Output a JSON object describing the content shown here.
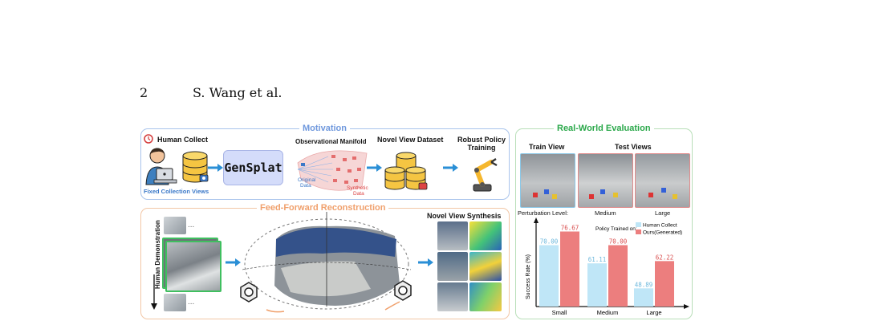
{
  "header": {
    "page_number": "2",
    "authors": "S. Wang et al."
  },
  "motivation": {
    "title": "Motivation",
    "human_collect": "Human Collect",
    "fixed_views": "Fixed Collection Views",
    "gensplat": "GenSplat",
    "manifold": "Observational Manifold",
    "original_data": [
      "Original",
      "Data"
    ],
    "synthetic_data": [
      "Synthetic",
      "Data"
    ],
    "novel_view_dataset": "Novel View Dataset",
    "robust_policy": [
      "Robust Policy",
      "Training"
    ]
  },
  "feed_forward": {
    "title": "Feed-Forward Reconstruction",
    "side_label": "Human Demonstration",
    "novel_view_synthesis": "Novel View Synthesis",
    "ellipsis": "..."
  },
  "evaluation": {
    "title": "Real-World Evaluation",
    "train_view": "Train View",
    "test_views": "Test Views",
    "perturbation_label": "Perturbation Level:",
    "level_medium": "Medium",
    "level_large": "Large"
  },
  "colors": {
    "blue_bar": "#bfe6f7",
    "red_bar": "#ec7e7e",
    "motivation": "#6f98dd",
    "feed_forward": "#f0a06c",
    "evaluation": "#2aa84a"
  },
  "chart_data": {
    "type": "bar",
    "ylabel": "Success Rate (%)",
    "legend_title": "Policy Trained on:",
    "categories": [
      "Small",
      "Medium",
      "Large"
    ],
    "series": [
      {
        "name": "Human Collect",
        "values": [
          70.0,
          61.11,
          48.89
        ],
        "labels": [
          "70.00",
          "61.11",
          "48.89"
        ]
      },
      {
        "name": "Ours(Generated)",
        "values": [
          76.67,
          70.0,
          62.22
        ],
        "labels": [
          "76.67",
          "70.00",
          "62.22"
        ]
      }
    ],
    "ylim": [
      40,
      80
    ],
    "grid": false,
    "legend_position": "top-right"
  }
}
